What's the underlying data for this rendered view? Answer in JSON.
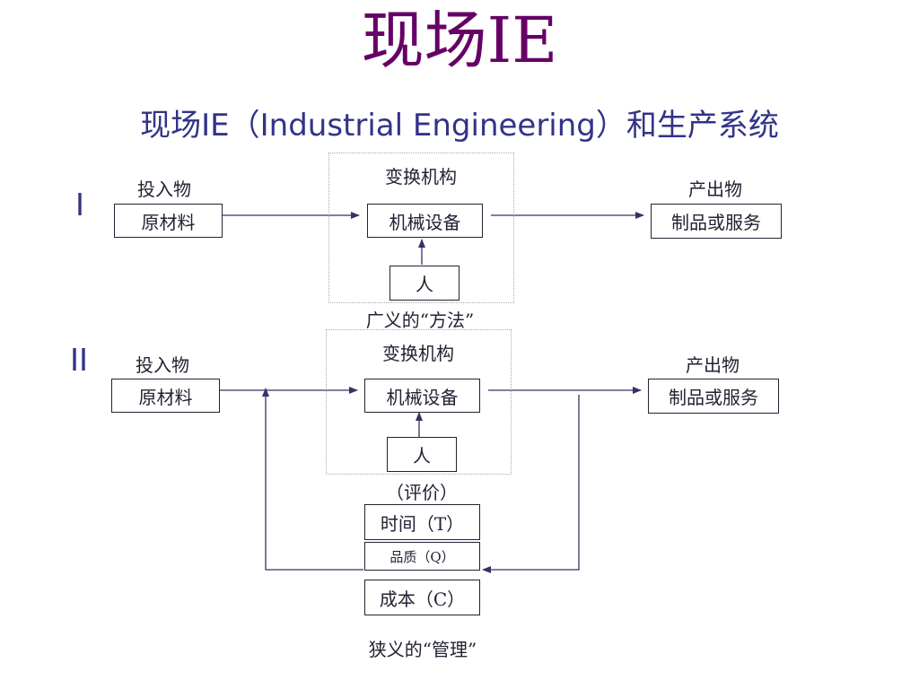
{
  "title": "现场IE",
  "subtitle": "现场IE（Industrial  Engineering）和生产系统",
  "section1": {
    "numeral": "I",
    "input_label": "投入物",
    "input_box": "原材料",
    "transform_label": "变换机构",
    "machine_box": "机械设备",
    "person_box": "人",
    "output_label": "产出物",
    "output_box": "制品或服务",
    "caption": "广义的“方法”"
  },
  "section2": {
    "numeral": "II",
    "input_label": "投入物",
    "input_box": "原材料",
    "transform_label": "变换机构",
    "machine_box": "机械设备",
    "person_box": "人",
    "output_label": "产出物",
    "output_box": "制品或服务",
    "evaluation_label": "（评价）",
    "time_box": "时间（T）",
    "quality_box": "品质（Q）",
    "cost_box": "成本（C）",
    "caption": "狭义的“管理”"
  },
  "colors": {
    "title": "#660066",
    "subtitle": "#333388",
    "arrow": "#333366"
  }
}
